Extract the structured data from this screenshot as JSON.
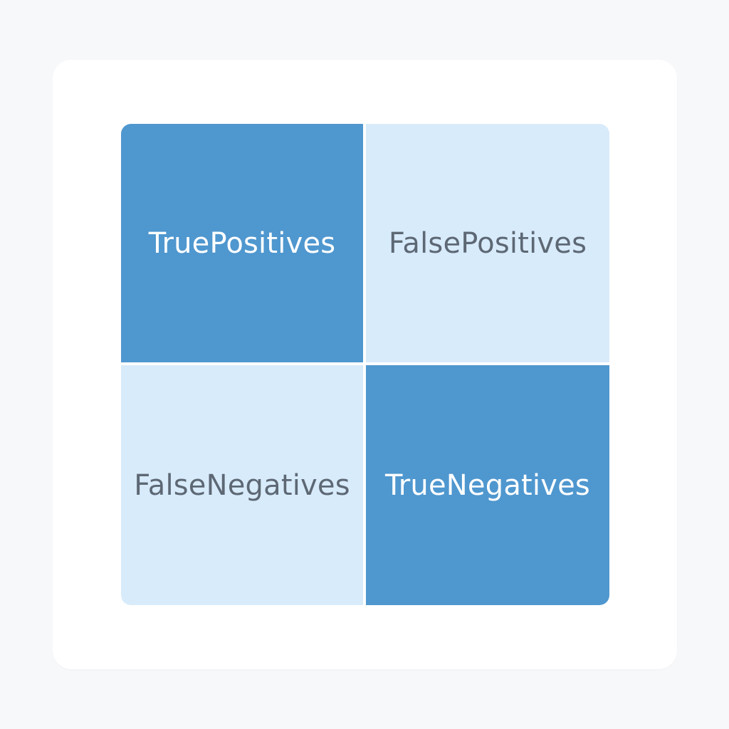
{
  "matrix": {
    "cells": [
      {
        "line1": "True",
        "line2": "Positives",
        "fill": "#4f97cf",
        "text_color": "#ffffff"
      },
      {
        "line1": "False",
        "line2": "Positives",
        "fill": "#d8ebfb",
        "text_color": "#5d6874"
      },
      {
        "line1": "False",
        "line2": "Negatives",
        "fill": "#d8ebfb",
        "text_color": "#5d6874"
      },
      {
        "line1": "True",
        "line2": "Negatives",
        "fill": "#4f97cf",
        "text_color": "#ffffff"
      }
    ]
  },
  "colors": {
    "page_background": "#f7f8fa",
    "card_background": "#ffffff"
  }
}
